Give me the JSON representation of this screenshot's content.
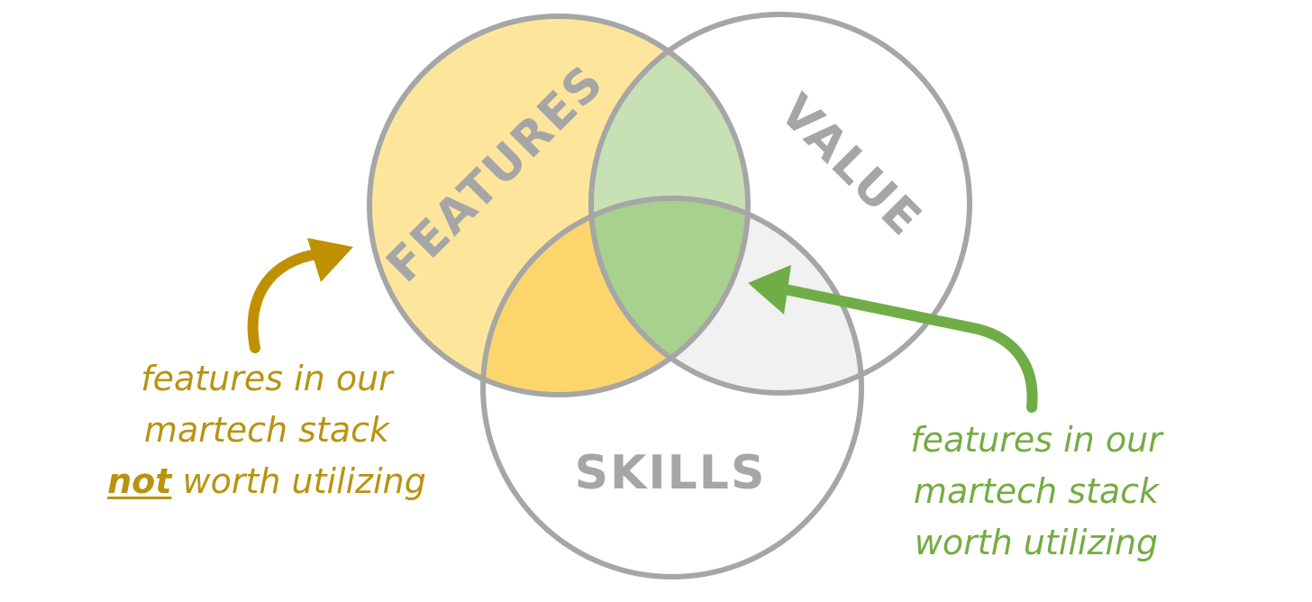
{
  "diagram": {
    "type": "venn",
    "circles": [
      {
        "id": "features",
        "label": "FEATURES"
      },
      {
        "id": "value",
        "label": "VALUE"
      },
      {
        "id": "skills",
        "label": "SKILLS"
      }
    ]
  },
  "annotations": {
    "left": {
      "line1": "features in our",
      "line2": "martech stack",
      "emphasis": "not",
      "line3_rest": " worth utilizing"
    },
    "right": {
      "line1": "features in our",
      "line2": "martech stack",
      "line3": "worth utilizing"
    }
  },
  "colors": {
    "features_fill": "#fde69c",
    "features_skills_overlap": "#fcd66c",
    "features_value_overlap": "#c7e0b4",
    "center_overlap": "#a9d18e",
    "value_skills_overlap": "#f1f1f1",
    "circle_stroke": "#a6a6a6",
    "label_text": "#a6a6a6",
    "left_arrow": "#bf9000",
    "right_arrow": "#70ad47"
  }
}
